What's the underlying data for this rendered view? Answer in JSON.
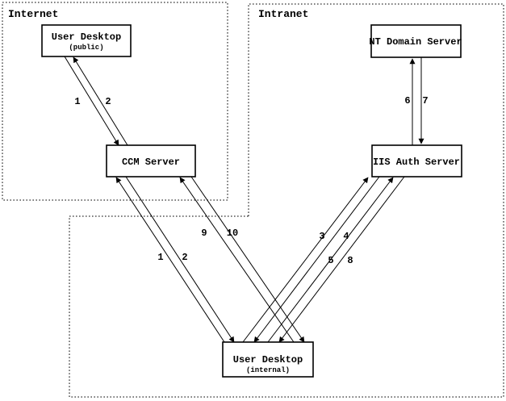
{
  "diagram": {
    "colors": {
      "line": "#000000",
      "background": "#ffffff"
    },
    "zones": [
      {
        "id": "internet",
        "label": "Internet"
      },
      {
        "id": "intranet",
        "label": "Intranet"
      }
    ],
    "nodes": [
      {
        "id": "user-desktop-public",
        "title": "User Desktop",
        "subtitle": "(public)"
      },
      {
        "id": "ccm-server",
        "title": "CCM Server",
        "subtitle": ""
      },
      {
        "id": "nt-domain-server",
        "title": "NT Domain Server",
        "subtitle": ""
      },
      {
        "id": "iis-auth-server",
        "title": "IIS Auth Server",
        "subtitle": ""
      },
      {
        "id": "user-desktop-internal",
        "title": "User Desktop",
        "subtitle": "(internal)"
      }
    ],
    "edges": [
      {
        "label": "1",
        "from": "user-desktop-public",
        "to": "ccm-server"
      },
      {
        "label": "2",
        "from": "ccm-server",
        "to": "user-desktop-public"
      },
      {
        "label": "1",
        "from": "user-desktop-internal",
        "to": "ccm-server"
      },
      {
        "label": "2",
        "from": "ccm-server",
        "to": "user-desktop-internal"
      },
      {
        "label": "9",
        "from": "user-desktop-internal",
        "to": "ccm-server"
      },
      {
        "label": "10",
        "from": "ccm-server",
        "to": "user-desktop-internal"
      },
      {
        "label": "3",
        "from": "user-desktop-internal",
        "to": "iis-auth-server"
      },
      {
        "label": "4",
        "from": "iis-auth-server",
        "to": "user-desktop-internal"
      },
      {
        "label": "5",
        "from": "user-desktop-internal",
        "to": "iis-auth-server"
      },
      {
        "label": "8",
        "from": "iis-auth-server",
        "to": "user-desktop-internal"
      },
      {
        "label": "6",
        "from": "iis-auth-server",
        "to": "nt-domain-server"
      },
      {
        "label": "7",
        "from": "nt-domain-server",
        "to": "iis-auth-server"
      }
    ]
  }
}
